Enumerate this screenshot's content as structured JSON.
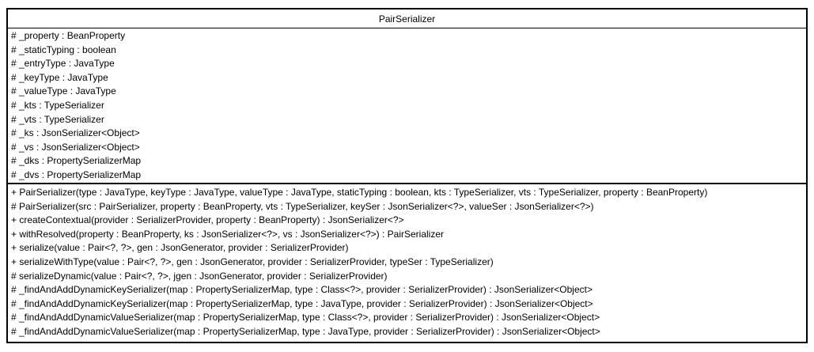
{
  "uml_class": {
    "name": "PairSerializer",
    "attributes": [
      "# _property : BeanProperty",
      "# _staticTyping : boolean",
      "# _entryType : JavaType",
      "# _keyType : JavaType",
      "# _valueType : JavaType",
      "# _kts : TypeSerializer",
      "# _vts : TypeSerializer",
      "# _ks : JsonSerializer<Object>",
      "# _vs : JsonSerializer<Object>",
      "# _dks : PropertySerializerMap",
      "# _dvs : PropertySerializerMap"
    ],
    "methods": [
      "+ PairSerializer(type : JavaType, keyType : JavaType, valueType : JavaType, staticTyping : boolean, kts : TypeSerializer, vts : TypeSerializer, property : BeanProperty)",
      "# PairSerializer(src : PairSerializer, property : BeanProperty, vts : TypeSerializer, keySer : JsonSerializer<?>, valueSer : JsonSerializer<?>)",
      "+ createContextual(provider : SerializerProvider, property : BeanProperty) : JsonSerializer<?>",
      "+ withResolved(property : BeanProperty, ks : JsonSerializer<?>, vs : JsonSerializer<?>) : PairSerializer",
      "+ serialize(value : Pair<?, ?>, gen : JsonGenerator, provider : SerializerProvider)",
      "+ serializeWithType(value : Pair<?, ?>, gen : JsonGenerator, provider : SerializerProvider, typeSer : TypeSerializer)",
      "# serializeDynamic(value : Pair<?, ?>, jgen : JsonGenerator, provider : SerializerProvider)",
      "# _findAndAddDynamicKeySerializer(map : PropertySerializerMap, type : Class<?>, provider : SerializerProvider) : JsonSerializer<Object>",
      "# _findAndAddDynamicKeySerializer(map : PropertySerializerMap, type : JavaType, provider : SerializerProvider) : JsonSerializer<Object>",
      "# _findAndAddDynamicValueSerializer(map : PropertySerializerMap, type : Class<?>, provider : SerializerProvider) : JsonSerializer<Object>",
      "# _findAndAddDynamicValueSerializer(map : PropertySerializerMap, type : JavaType, provider : SerializerProvider) : JsonSerializer<Object>"
    ]
  },
  "colors": {
    "border": "#000000",
    "background": "#ffffff",
    "text": "#000000"
  }
}
